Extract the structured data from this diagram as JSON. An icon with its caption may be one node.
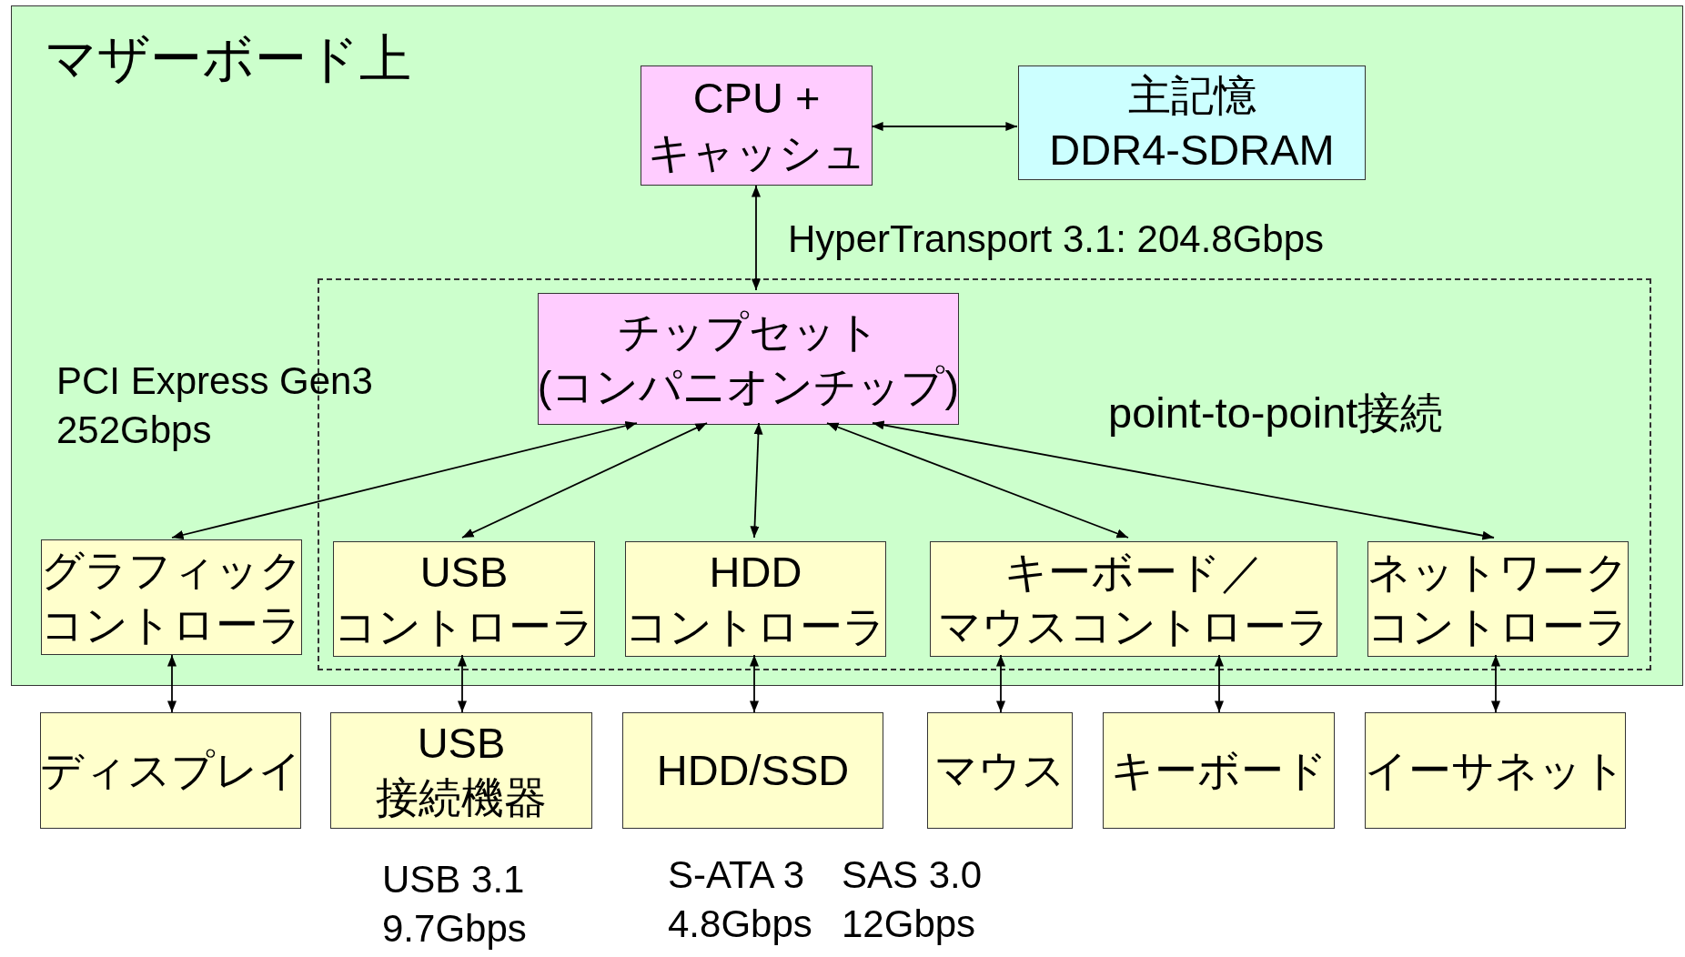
{
  "diagram": {
    "nodes": [
      {
        "text": [
          "マザーボード上"
        ]
      },
      {
        "text": [
          "CPU +",
          "キャッシュ"
        ],
        "in": 0
      },
      {
        "text": [
          "主記憶",
          "DDR4-SDRAM"
        ],
        "in": 0
      },
      {
        "text": [
          "point-to-point接続"
        ],
        "in": 0
      },
      {
        "text": [
          "チップセット",
          "(コンパニオンチップ)"
        ],
        "in": 3
      },
      {
        "text": [
          "グラフィック",
          "コントローラ"
        ],
        "in": 0
      },
      {
        "text": [
          "USB",
          "コントローラ"
        ],
        "in": 3
      },
      {
        "text": [
          "HDD",
          "コントローラ"
        ],
        "in": 3
      },
      {
        "text": [
          "キーボード／",
          "マウスコントローラ"
        ],
        "in": 3
      },
      {
        "text": [
          "ネットワーク",
          "コントローラ"
        ],
        "in": 3
      },
      {
        "text": [
          "ディスプレイ"
        ]
      },
      {
        "text": [
          "USB",
          "接続機器"
        ],
        "beside": [
          "USB 3.1 9.7Gbps"
        ]
      },
      {
        "text": [
          "HDD/SSD"
        ],
        "beside": [
          "S-ATA 3 4.8Gbps",
          "SAS 3.0 12Gbps"
        ]
      },
      {
        "text": [
          "マウス"
        ]
      },
      {
        "text": [
          "キーボード"
        ]
      },
      {
        "text": [
          "イーサネット"
        ]
      }
    ],
    "edges": [
      {
        "from": 1,
        "to": 2,
        "arrow": "both"
      },
      {
        "from": 1,
        "to": 4,
        "arrow": "both",
        "label": "HyperTransport 3.1: 204.8Gbps"
      },
      {
        "from": 4,
        "to": 5,
        "arrow": "both"
      },
      {
        "from": 4,
        "to": 6,
        "arrow": "both"
      },
      {
        "from": 4,
        "to": 7,
        "arrow": "both"
      },
      {
        "from": 4,
        "to": 8,
        "arrow": "both"
      },
      {
        "from": 4,
        "to": 9,
        "arrow": "both"
      },
      {
        "from": 5,
        "to": 10,
        "arrow": "both"
      },
      {
        "from": 6,
        "to": 11,
        "arrow": "both"
      },
      {
        "from": 7,
        "to": 12,
        "arrow": "both"
      },
      {
        "from": 8,
        "to": 13,
        "arrow": "both"
      },
      {
        "from": 8,
        "to": 14,
        "arrow": "both"
      },
      {
        "from": 9,
        "to": 15,
        "arrow": "both"
      }
    ],
    "labels": [
      "PCI Express Gen3 252Gbps"
    ]
  }
}
